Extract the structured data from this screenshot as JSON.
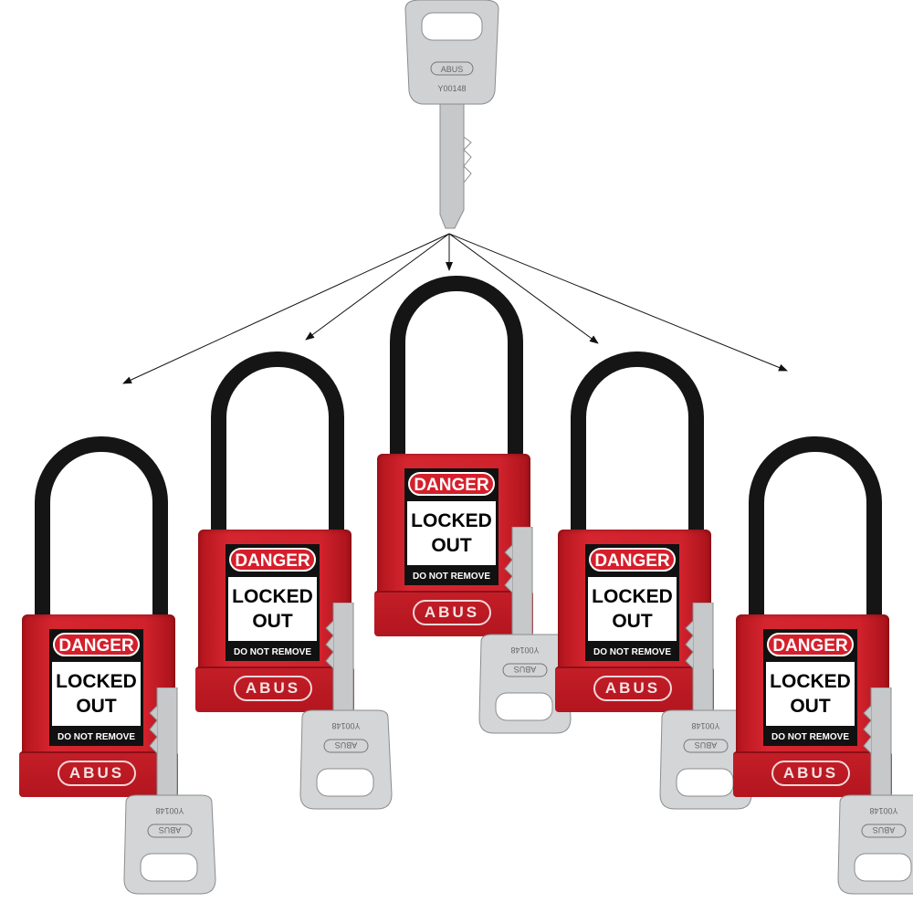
{
  "top_key": {
    "brand": "ABUS",
    "code": "Y00148"
  },
  "locks": [
    {
      "danger": "DANGER",
      "line1": "LOCKED",
      "line2": "OUT",
      "remove": "DO NOT REMOVE",
      "brand": "ABUS",
      "key_brand": "ABUS",
      "key_code": "Y00148"
    },
    {
      "danger": "DANGER",
      "line1": "LOCKED",
      "line2": "OUT",
      "remove": "DO NOT REMOVE",
      "brand": "ABUS",
      "key_brand": "ABUS",
      "key_code": "Y00148"
    },
    {
      "danger": "DANGER",
      "line1": "LOCKED",
      "line2": "OUT",
      "remove": "DO NOT REMOVE",
      "brand": "ABUS",
      "key_brand": "ABUS",
      "key_code": "Y00148"
    },
    {
      "danger": "DANGER",
      "line1": "LOCKED",
      "line2": "OUT",
      "remove": "DO NOT REMOVE",
      "brand": "ABUS",
      "key_brand": "ABUS",
      "key_code": "Y00148"
    },
    {
      "danger": "DANGER",
      "line1": "LOCKED",
      "line2": "OUT",
      "remove": "DO NOT REMOVE",
      "brand": "ABUS",
      "key_brand": "ABUS",
      "key_code": "Y00148"
    }
  ],
  "colors": {
    "lock_red": "#d0222c",
    "shackle": "#151515",
    "key_silver": "#cfd1d3"
  }
}
